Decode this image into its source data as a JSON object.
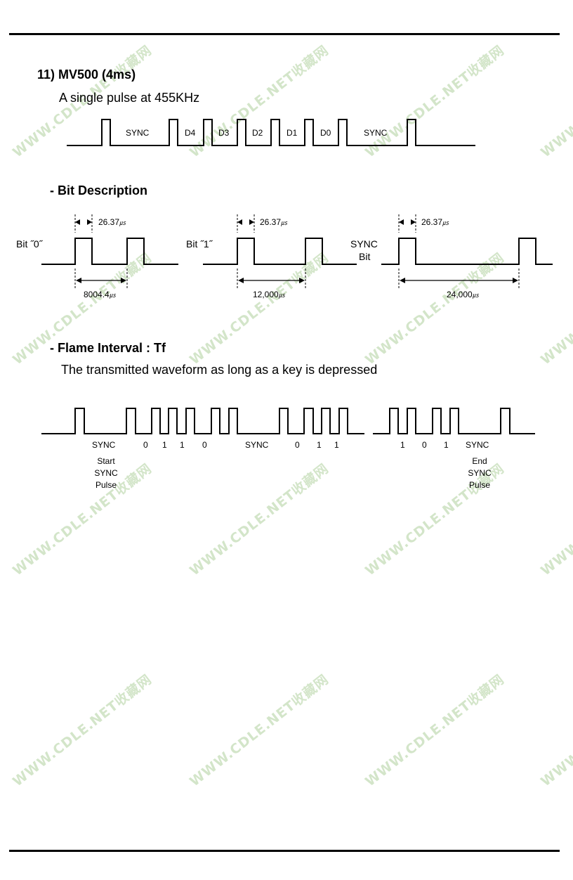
{
  "section": {
    "title": "11) MV500 (4ms)",
    "subtitle": "A single pulse at 455KHz"
  },
  "frame": {
    "labels": [
      "SYNC",
      "D4",
      "D3",
      "D2",
      "D1",
      "D0",
      "SYNC"
    ]
  },
  "bit_description": {
    "heading": "- Bit Description",
    "pulse_width": "26.37",
    "unit": "㎲",
    "bit0": {
      "label": "Bit ˝0˝",
      "period": "8004.4"
    },
    "bit1": {
      "label": "Bit ˝1˝",
      "period": "12,000"
    },
    "sync": {
      "label_line1": "SYNC",
      "label_line2": "Bit",
      "period": "24,000"
    }
  },
  "flame": {
    "heading": "- Flame Interval : Tf",
    "description": "The transmitted waveform as long as a key is depressed",
    "labels": [
      "SYNC",
      "0",
      "1",
      "1",
      "0",
      "SYNC",
      "0",
      "1",
      "1",
      "1",
      "0",
      "1",
      "SYNC"
    ],
    "start_note": [
      "Start",
      "SYNC",
      "Pulse"
    ],
    "end_note": [
      "End",
      "SYNC",
      "Pulse"
    ]
  },
  "watermark": "WWW.CDLE.NET收藏网"
}
